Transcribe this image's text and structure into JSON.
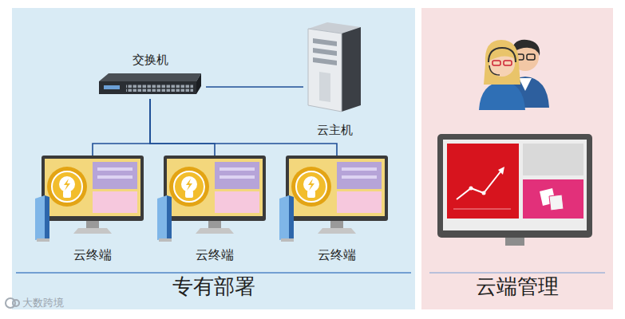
{
  "diagram": {
    "nodes": [
      {
        "text": [
          "专有部署"
        ]
      },
      {
        "text": [
          "交换机"
        ],
        "in": 0
      },
      {
        "text": [
          "云主机"
        ],
        "in": 0
      },
      {
        "text": [
          "云终端"
        ],
        "in": 0
      },
      {
        "text": [
          "云终端"
        ],
        "in": 0
      },
      {
        "text": [
          "云终端"
        ],
        "in": 0
      },
      {
        "text": [
          "云端管理"
        ]
      }
    ],
    "edges": [
      {
        "from": 1,
        "to": 2,
        "arrow": "none"
      },
      {
        "from": 1,
        "to": 3,
        "arrow": "none"
      },
      {
        "from": 1,
        "to": 4,
        "arrow": "none"
      },
      {
        "from": 1,
        "to": 5,
        "arrow": "none"
      }
    ],
    "labels": [
      "大数跨境"
    ]
  }
}
